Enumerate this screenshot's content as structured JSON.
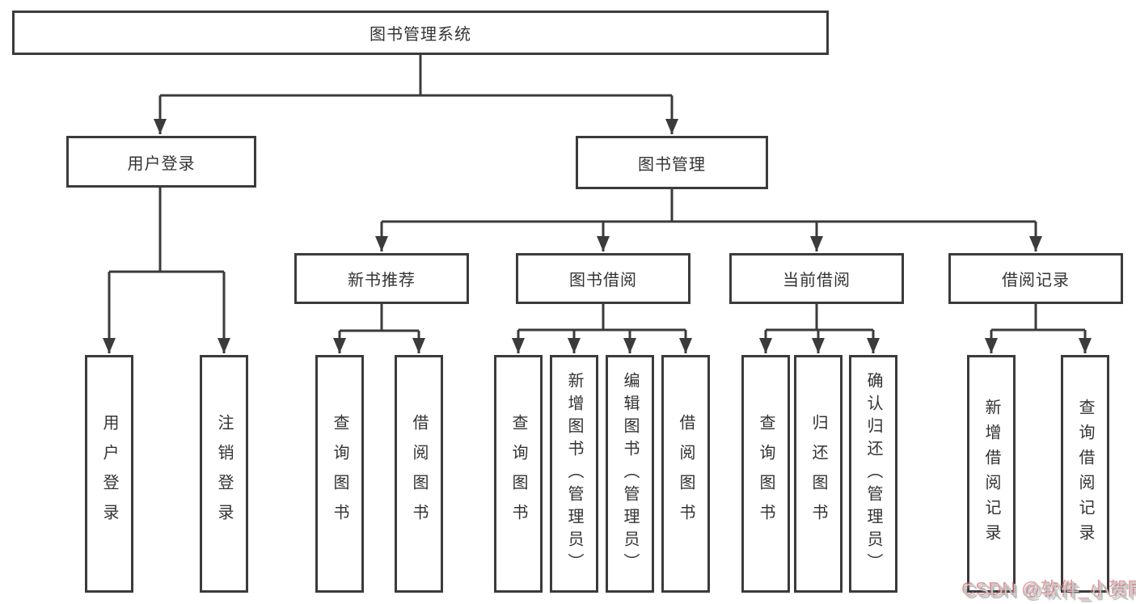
{
  "tree": {
    "root": {
      "label": "图书管理系统",
      "children": [
        {
          "label": "用户登录",
          "children": [
            {
              "label": "用户登录"
            },
            {
              "label": "注销登录"
            }
          ]
        },
        {
          "label": "图书管理",
          "children": [
            {
              "label": "新书推荐",
              "children": [
                {
                  "label": "查询图书"
                },
                {
                  "label": "借阅图书"
                }
              ]
            },
            {
              "label": "图书借阅",
              "children": [
                {
                  "label": "查询图书"
                },
                {
                  "label": "新增图书（管理员）"
                },
                {
                  "label": "编辑图书（管理员）"
                },
                {
                  "label": "借阅图书"
                }
              ]
            },
            {
              "label": "当前借阅",
              "children": [
                {
                  "label": "查询图书"
                },
                {
                  "label": "归还图书"
                },
                {
                  "label": "确认归还（管理员）"
                }
              ]
            },
            {
              "label": "借阅记录",
              "children": [
                {
                  "label": "新增借阅记录"
                },
                {
                  "label": "查询借阅记录"
                }
              ]
            }
          ]
        }
      ]
    }
  },
  "watermark": {
    "text": "CSDN @软件_小贺同学"
  },
  "colors": {
    "line": "#3b3b3b",
    "text": "#333333",
    "background": "#ffffff",
    "watermark_gray": "#c6c6c6",
    "watermark_red": "#d66066"
  }
}
